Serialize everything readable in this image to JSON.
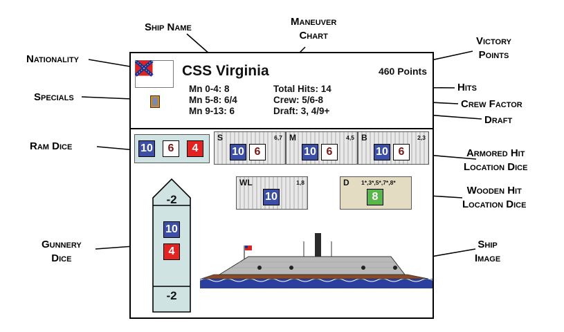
{
  "callouts": {
    "ship_name": "Ship Name",
    "maneuver": [
      "Maneuver",
      "Chart"
    ],
    "victory": [
      "Victory",
      "Points"
    ],
    "nationality": "Nationality",
    "specials": "Specials",
    "hits": "Hits",
    "crew_factor": "Crew Factor",
    "draft": "Draft",
    "ram_dice": "Ram Dice",
    "armored_hit": [
      "Armored Hit",
      "Location Dice"
    ],
    "wooden_hit": [
      "Wooden Hit",
      "Location Dice"
    ],
    "gunnery": [
      "Gunnery",
      "Dice"
    ],
    "ship_image": [
      "Ship",
      "Image"
    ]
  },
  "card": {
    "ship_name": "CSS Virginia",
    "points": "460 Points",
    "maneuver": [
      "Mn 0-4: 8",
      "Mn 5-8: 6/4",
      "Mn 9-13: 6"
    ],
    "total_hits": "Total Hits: 14",
    "crew": "Crew: 5/6-8",
    "draft": "Draft: 3, 4/9+",
    "ram_dice": [
      "10",
      "6",
      "4"
    ],
    "hit_locations": [
      {
        "label": "S",
        "range": "6,7",
        "dice": [
          "10",
          "6"
        ]
      },
      {
        "label": "M",
        "range": "4,5",
        "dice": [
          "10",
          "6"
        ]
      },
      {
        "label": "B",
        "range": "2,3",
        "dice": [
          "10",
          "6"
        ]
      }
    ],
    "waterline": {
      "label": "WL",
      "range": "1,8",
      "die": "10"
    },
    "wooden": {
      "label": "D",
      "range": "1*,3*,5*,7*,8*",
      "die": "8"
    },
    "gunnery": {
      "top": "-2",
      "dice": [
        "10",
        "4"
      ],
      "bottom": "-2"
    }
  },
  "colors": {
    "die_blue": "#3b4fa6",
    "die_red": "#e32222",
    "die_green": "#5ab54a",
    "panel_blue": "#cfe3e3",
    "wooden_tan": "#e3dcc2"
  }
}
